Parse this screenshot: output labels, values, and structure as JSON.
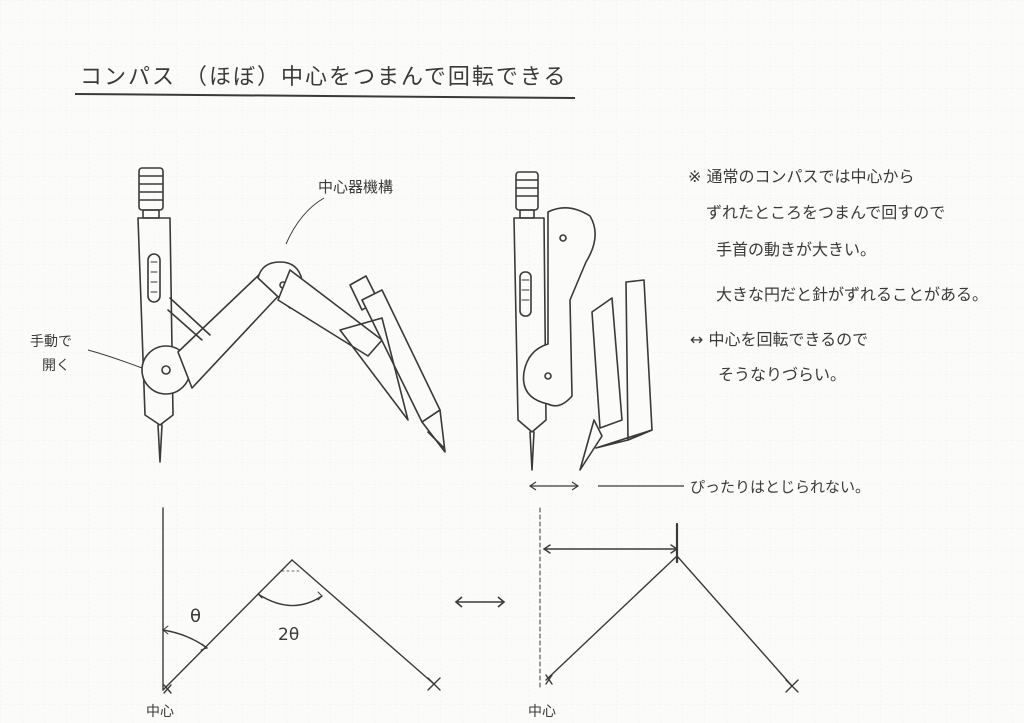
{
  "title": "コンパス （ほぼ）中心をつまんで回転できる",
  "labels": {
    "center_mechanism": "中心器機構",
    "manual_open_1": "手動で",
    "manual_open_2": "開く",
    "theta": "θ",
    "two_theta": "2θ",
    "center_left": "中心",
    "center_right": "中心",
    "cannot_align": "ぴったりはとじられない。"
  },
  "note": {
    "line1": "※ 通常のコンパスでは中心から",
    "line2": "ずれたところをつまんで回すので",
    "line3": "手首の動きが大きい。",
    "line4": "大きな円だと針がずれることがある。",
    "line5": "↔ 中心を回転できるので",
    "line6": "そうなりづらい。"
  },
  "colors": {
    "ink": "#3a3a3a",
    "paper": "#fbfbf9",
    "grid": "#e9e9e6"
  }
}
